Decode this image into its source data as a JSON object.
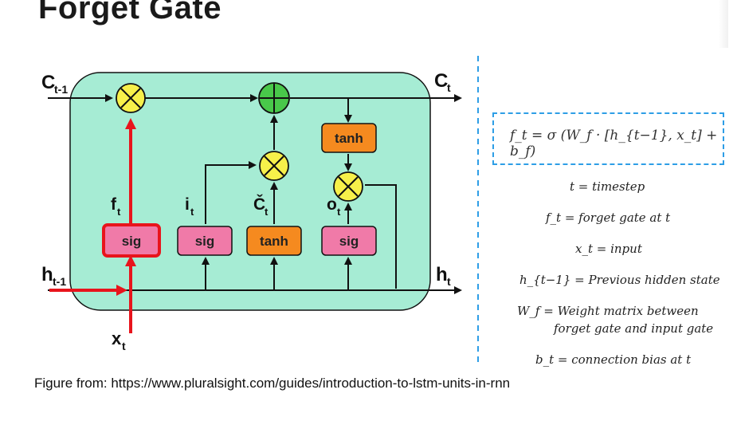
{
  "title": "Forget Gate",
  "caption": "Figure from: https://www.pluralsight.com/guides/introduction-to-lstm-units-in-rnn",
  "diagram": {
    "c_prev": "C",
    "c_prev_sub": "t-1",
    "c_next": "C",
    "c_next_sub": "t",
    "h_prev": "h",
    "h_prev_sub": "t-1",
    "h_next": "h",
    "h_next_sub": "t",
    "x_in": "x",
    "x_in_sub": "t",
    "f_label": "f",
    "f_sub": "t",
    "i_label": "i",
    "i_sub": "t",
    "c_tilde_label": "Č",
    "c_tilde_sub": "t",
    "o_label": "o",
    "o_sub": "t",
    "gate_sig": "sig",
    "gate_tanh": "tanh",
    "colors": {
      "cell_bg": "#a6ecd4",
      "sig_box": "#f07aa8",
      "tanh_box": "#f58a1f",
      "mult_node": "#f7f04a",
      "add_node": "#49c84a",
      "highlight": "#e8141c",
      "dashed": "#2e9ee6"
    }
  },
  "equation": "f_t = σ (W_f · [h_{t−1}, x_t] + b_f)",
  "legend": [
    "t = timestep",
    "f_t = forget gate at t",
    "x_t = input",
    "h_{t−1} = Previous hidden state",
    "W_f = Weight matrix between",
    "forget gate and input gate",
    "b_t = connection bias at t"
  ]
}
